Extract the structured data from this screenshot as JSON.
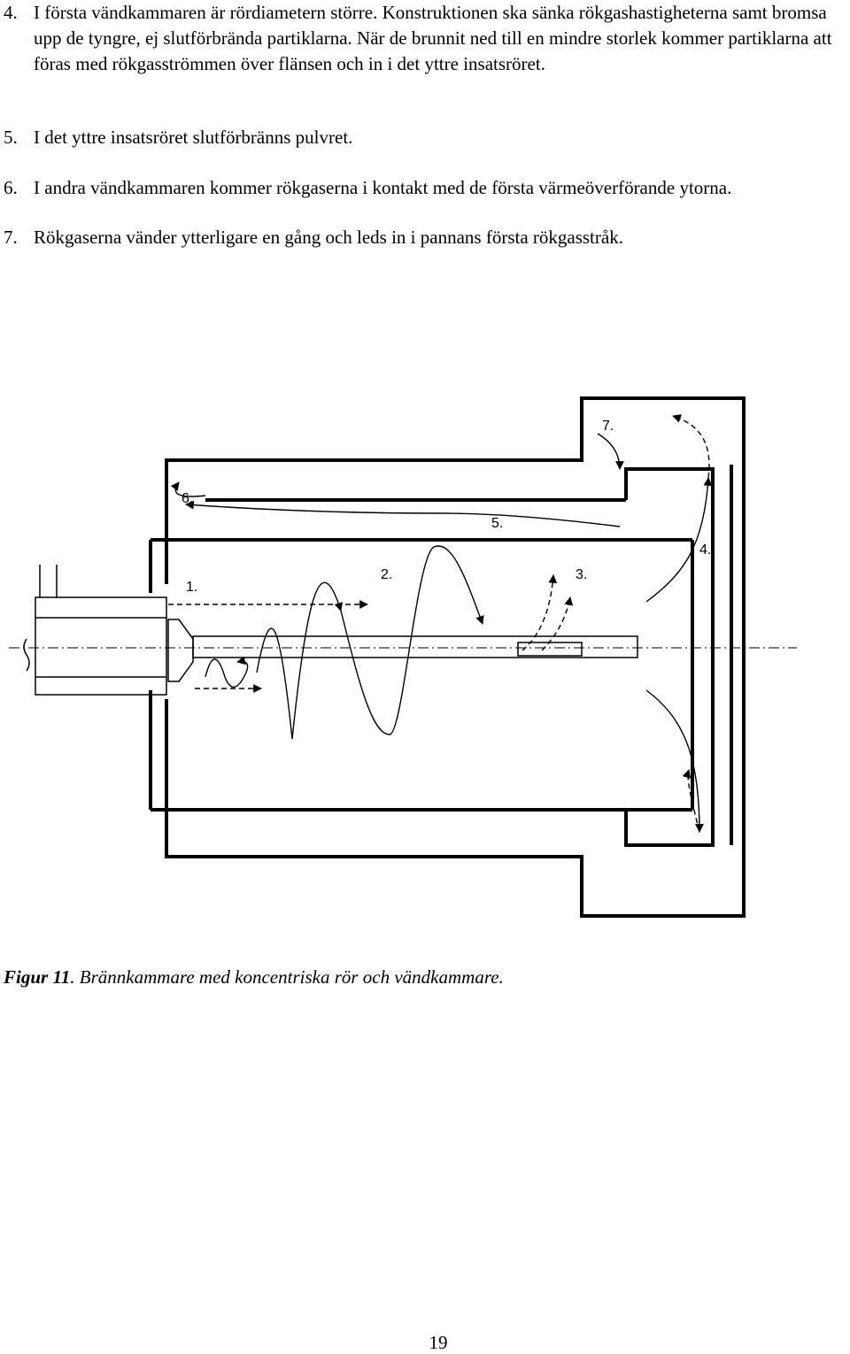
{
  "items": [
    {
      "num": "4.",
      "text": "I första vändkammaren är rördiametern större. Konstruktionen ska sänka rökgashastigheterna samt bromsa upp de tyngre, ej slutförbrända partiklarna. När de brunnit ned till en mindre storlek kommer partiklarna att föras med rökgasströmmen över flänsen och in i det yttre insatsröret."
    },
    {
      "num": "5.",
      "text": "I det yttre insatsröret slutförbränns pulvret."
    },
    {
      "num": "6.",
      "text": "I andra vändkammaren kommer rökgaserna i kontakt med de första värmeöverförande ytorna."
    },
    {
      "num": "7.",
      "text": "Rökgaserna vänder ytterligare en gång och leds in i pannans första rökgasstråk."
    }
  ],
  "diagram": {
    "labels": [
      "1.",
      "2.",
      "3.",
      "4.",
      "5.",
      "6.",
      "7."
    ]
  },
  "caption": {
    "label": "Figur 11",
    "text": ". Brännkammare med koncentriska rör och vändkammare."
  },
  "page_number": "19"
}
